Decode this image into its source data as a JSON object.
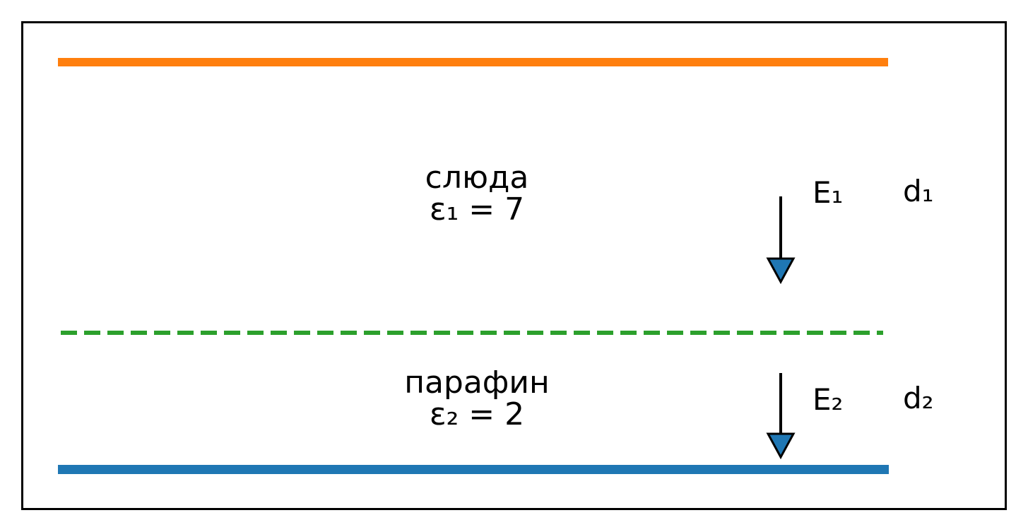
{
  "colors": {
    "background": "#ffffff",
    "frame": "#000000",
    "top_plate": "#ff7f0e",
    "interface_line": "#2ca02c",
    "bottom_plate": "#1f77b4",
    "arrow_stem": "#000000",
    "arrow_head_fill": "#1f77b4",
    "arrow_head_stroke": "#000000"
  },
  "layers": {
    "top": {
      "material": "слюда",
      "permittivity": "ε₁ = 7",
      "field_label": "E₁",
      "thickness_label": "d₁"
    },
    "bottom": {
      "material": "парафин",
      "permittivity": "ε₂ = 2",
      "field_label": "E₂",
      "thickness_label": "d₂"
    }
  }
}
